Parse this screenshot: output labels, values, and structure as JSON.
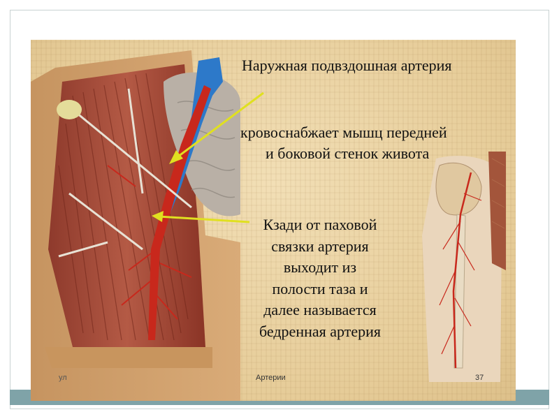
{
  "slide": {
    "title": "Наружная  подвздошная артерия",
    "description_lines": [
      "кровоснабжает мышц передней",
      "и боковой стенок живота"
    ],
    "lower_lines": [
      "Кзади от паховой",
      "связки артерия",
      "выходит из",
      "полости таза и",
      "далее называется",
      "бедренная артерия"
    ],
    "footer_left": "ул",
    "footer_center": "Артерии",
    "page_number": "37"
  },
  "colors": {
    "background": "#e6cc98",
    "bottom_bar": "#7fa3a8",
    "artery": "#c8281c",
    "vein": "#2d79c9",
    "arrow": "#e0e020"
  }
}
